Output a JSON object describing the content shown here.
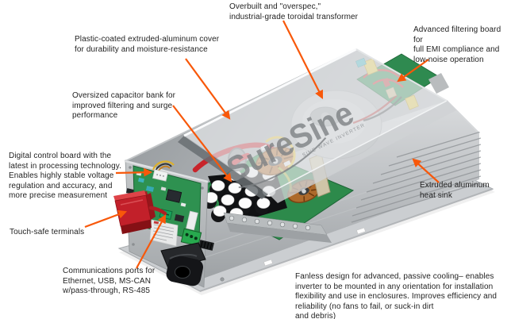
{
  "product": {
    "logo": "SureSine",
    "tagline": "SINE WAVE INVERTER"
  },
  "annotation": {
    "arrow_color": "#F8580A",
    "text_color": "#1f1f1f"
  },
  "callouts": [
    {
      "id": "toroidal-transformer",
      "text": "Overbuilt and \"overspec,\"\nindustrial-grade toroidal transformer"
    },
    {
      "id": "aluminum-cover",
      "text": "Plastic-coated extruded-aluminum cover\nfor durability and moisture-resistance"
    },
    {
      "id": "filtering-board",
      "text": "Advanced filtering board for\nfull EMI compliance and\nlow-noise operation"
    },
    {
      "id": "capacitor-bank",
      "text": "Oversized capacitor bank for\nimproved filtering and surge\nperformance"
    },
    {
      "id": "digital-control-board",
      "text": "Digital control board with the\nlatest in processing technology.\nEnables highly stable voltage\nregulation and accuracy, and\nmore precise measurement"
    },
    {
      "id": "touch-safe-terminals",
      "text": "Touch-safe terminals"
    },
    {
      "id": "communications-ports",
      "text": "Communications ports for\nEthernet, USB, MS-CAN\nw/pass-through, RS-485"
    },
    {
      "id": "heat-sink",
      "text": "Extruded aluminum\nheat sink"
    },
    {
      "id": "fanless-design",
      "text": "Fanless design for advanced, passive cooling– enables\ninverter to be mounted in any orientation for installation\nflexibility and use in enclosures. Improves efficiency and\nreliability (no fans to fail, or suck-in dirt\nand debris)"
    }
  ]
}
